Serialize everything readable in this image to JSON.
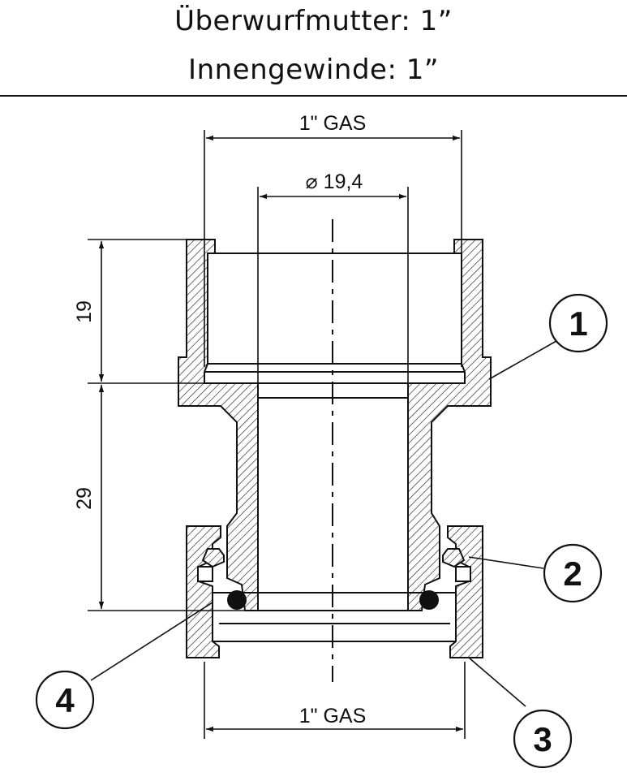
{
  "header": {
    "line1": "Überwurfmutter: 1”",
    "line2": "Innengewinde: 1”"
  },
  "dimensions": {
    "top_thread": "1\" GAS",
    "bottom_thread": "1\" GAS",
    "bore_diameter": "⌀ 19,4",
    "height_upper": "19",
    "height_lower": "29"
  },
  "callouts": [
    "1",
    "2",
    "3",
    "4"
  ]
}
